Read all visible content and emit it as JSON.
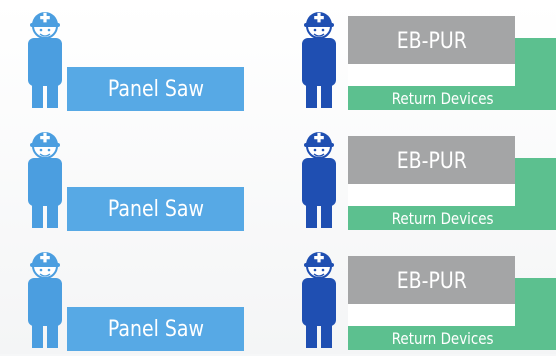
{
  "rows": [
    {
      "left_label": "Panel Saw",
      "gray_label": "EB-PUR",
      "green_label": "Return Devices"
    },
    {
      "left_label": "Panel Saw",
      "gray_label": "EB-PUR",
      "green_label": "Return Devices"
    },
    {
      "left_label": "Panel Saw",
      "gray_label": "EB-PUR",
      "green_label": "Return Devices"
    }
  ],
  "colors": {
    "left_worker": "#4b9ee0",
    "right_worker": "#1f4fb2",
    "panel_box": "#57a9e5",
    "gray_box": "#a4a5a6",
    "green_box": "#5cc08f"
  },
  "icons": {
    "left": "worker-hard-hat-icon",
    "right": "worker-hard-hat-icon"
  }
}
